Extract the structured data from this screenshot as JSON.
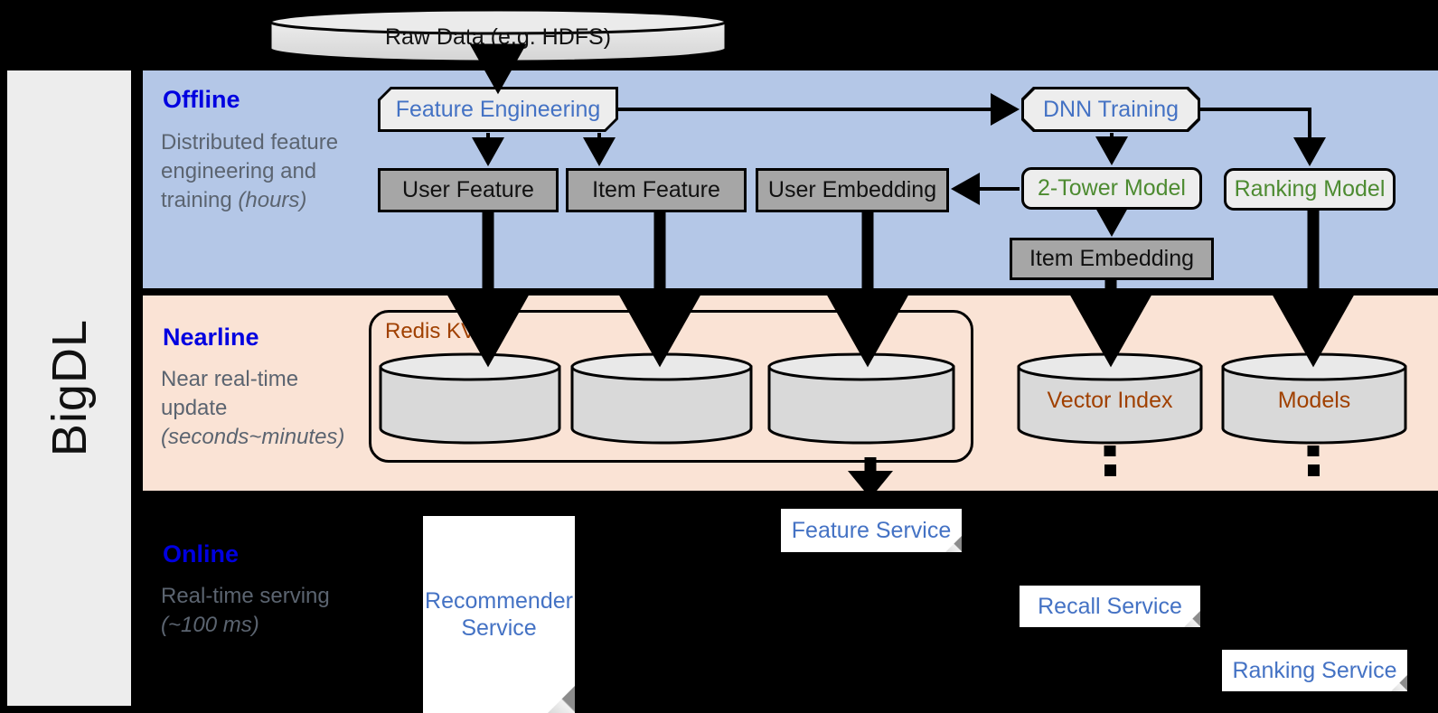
{
  "framework": {
    "name": "BigDL"
  },
  "layers": [
    {
      "id": "offline",
      "title": "Offline",
      "description_line1": "Distributed feature engineering and training ",
      "description_italic": "(hours)"
    },
    {
      "id": "nearline",
      "title": "Nearline",
      "description_line1": "Near real-time update ",
      "description_italic": "(seconds~minutes)"
    },
    {
      "id": "online",
      "title": "Online",
      "description_line1": "Real-time serving ",
      "description_italic": "(~100 ms)"
    }
  ],
  "source": {
    "label": "Raw Data (e.g. HDFS)"
  },
  "offline": {
    "feature_engineering": "Feature Engineering",
    "dnn_training": "DNN Training",
    "user_feature": "User Feature",
    "item_feature": "Item Feature",
    "user_embedding": "User Embedding",
    "two_tower_model": "2-Tower Model",
    "ranking_model": "Ranking Model",
    "item_embedding": "Item Embedding"
  },
  "nearline": {
    "redis_label": "Redis KV",
    "stores": [
      "",
      "",
      ""
    ],
    "vector_index": "Vector Index",
    "models": "Models"
  },
  "online": {
    "recommender_service": "Recommender Service",
    "feature_service": "Feature Service",
    "recall_service": "Recall Service",
    "ranking_service": "Ranking Service"
  },
  "colors": {
    "offline_band": "#b4c7e7",
    "nearline_band": "#fae3d5",
    "online_band": "#000000",
    "sidebar": "#ededed",
    "layer_title": "#0000e0",
    "layer_sub": "#5b6470",
    "blue_text": "#4472c4",
    "green_text": "#4d8b31",
    "brown_text": "#a04000",
    "gray_box": "#a6a6a6",
    "light_box": "#ededed"
  }
}
